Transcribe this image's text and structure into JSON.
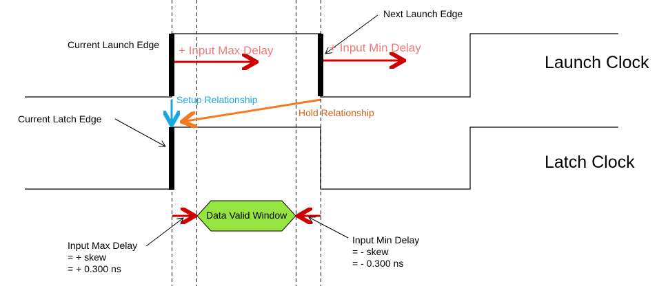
{
  "labels": {
    "current_launch_edge": "Current Launch Edge",
    "next_launch_edge": "Next Launch Edge",
    "current_latch_edge": "Current Latch Edge",
    "input_max_delay_arrow": "+ Input Max Delay",
    "input_min_delay_arrow": "+ Input Min Delay",
    "setup_relationship": "Setup Relationship",
    "hold_relationship": "Hold Relationship",
    "launch_clock": "Launch Clock",
    "latch_clock": "Latch Clock",
    "data_valid_window": "Data Valid Window",
    "input_max_delay": [
      "Input Max Delay",
      "= + skew",
      "= + 0.300 ns"
    ],
    "input_min_delay": [
      "Input Min Delay",
      "= - skew",
      "= - 0.300 ns"
    ]
  },
  "colors": {
    "delay_arrow": "#cc0000",
    "delay_text": "#f27a7a",
    "setup": "#1aa7e0",
    "hold": "#f47a20",
    "hold_text": "#d0601a",
    "window_fill": "#95e43f"
  }
}
